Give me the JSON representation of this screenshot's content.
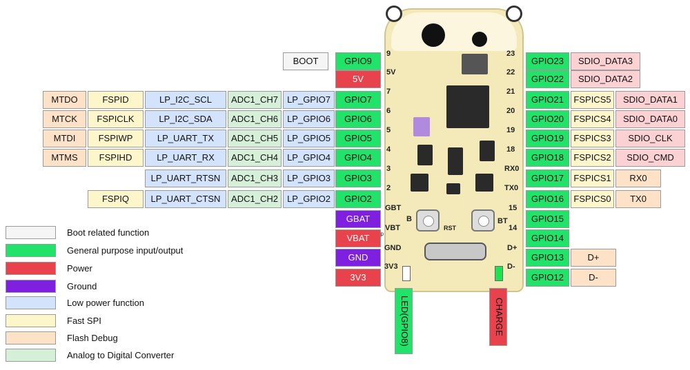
{
  "left_rows": [
    {
      "cells": [
        "BOOT",
        "GPIO9"
      ],
      "classes": [
        "c-boot",
        "c-gpio"
      ]
    },
    {
      "cells": [
        "5V"
      ],
      "classes": [
        "c-pwr"
      ]
    },
    {
      "cells": [
        "MTDO",
        "FSPID",
        "LP_I2C_SCL",
        "ADC1_CH7",
        "LP_GPIO7",
        "GPIO7"
      ],
      "classes": [
        "c-dbg",
        "c-fspi",
        "c-lp",
        "c-adc",
        "c-lp",
        "c-gpio"
      ]
    },
    {
      "cells": [
        "MTCK",
        "FSPICLK",
        "LP_I2C_SDA",
        "ADC1_CH6",
        "LP_GPIO6",
        "GPIO6"
      ],
      "classes": [
        "c-dbg",
        "c-fspi",
        "c-lp",
        "c-adc",
        "c-lp",
        "c-gpio"
      ]
    },
    {
      "cells": [
        "MTDI",
        "FSPIWP",
        "LP_UART_TX",
        "ADC1_CH5",
        "LP_GPIO5",
        "GPIO5"
      ],
      "classes": [
        "c-dbg",
        "c-fspi",
        "c-lp",
        "c-adc",
        "c-lp",
        "c-gpio"
      ]
    },
    {
      "cells": [
        "MTMS",
        "FSPIHD",
        "LP_UART_RX",
        "ADC1_CH4",
        "LP_GPIO4",
        "GPIO4"
      ],
      "classes": [
        "c-dbg",
        "c-fspi",
        "c-lp",
        "c-adc",
        "c-lp",
        "c-gpio"
      ]
    },
    {
      "cells": [
        "LP_UART_RTSN",
        "ADC1_CH3",
        "LP_GPIO3",
        "GPIO3"
      ],
      "classes": [
        "c-lp",
        "c-adc",
        "c-lp",
        "c-gpio"
      ]
    },
    {
      "cells": [
        "FSPIQ",
        "LP_UART_CTSN",
        "ADC1_CH2",
        "LP_GPIO2",
        "GPIO2"
      ],
      "classes": [
        "c-fspi",
        "c-lp",
        "c-adc",
        "c-lp",
        "c-gpio"
      ]
    },
    {
      "cells": [
        "GBAT"
      ],
      "classes": [
        "c-gnd"
      ]
    },
    {
      "cells": [
        "VBAT"
      ],
      "classes": [
        "c-pwr"
      ]
    },
    {
      "cells": [
        "GND"
      ],
      "classes": [
        "c-gnd"
      ]
    },
    {
      "cells": [
        "3V3"
      ],
      "classes": [
        "c-pwr"
      ]
    }
  ],
  "right_rows": [
    {
      "cells": [
        "GPIO23",
        "SDIO_DATA3"
      ],
      "classes": [
        "c-gpio",
        "c-sdio"
      ]
    },
    {
      "cells": [
        "GPIO22",
        "SDIO_DATA2"
      ],
      "classes": [
        "c-gpio",
        "c-sdio"
      ]
    },
    {
      "cells": [
        "GPIO21",
        "FSPICS5",
        "SDIO_DATA1"
      ],
      "classes": [
        "c-gpio",
        "c-fspi",
        "c-sdio"
      ]
    },
    {
      "cells": [
        "GPIO20",
        "FSPICS4",
        "SDIO_DATA0"
      ],
      "classes": [
        "c-gpio",
        "c-fspi",
        "c-sdio"
      ]
    },
    {
      "cells": [
        "GPIO19",
        "FSPICS3",
        "SDIO_CLK"
      ],
      "classes": [
        "c-gpio",
        "c-fspi",
        "c-sdio"
      ]
    },
    {
      "cells": [
        "GPIO18",
        "FSPICS2",
        "SDIO_CMD"
      ],
      "classes": [
        "c-gpio",
        "c-fspi",
        "c-sdio"
      ]
    },
    {
      "cells": [
        "GPIO17",
        "FSPICS1",
        "RX0"
      ],
      "classes": [
        "c-gpio",
        "c-fspi",
        "c-dbg"
      ]
    },
    {
      "cells": [
        "GPIO16",
        "FSPICS0",
        "TX0"
      ],
      "classes": [
        "c-gpio",
        "c-fspi",
        "c-dbg"
      ]
    },
    {
      "cells": [
        "GPIO15"
      ],
      "classes": [
        "c-gpio"
      ]
    },
    {
      "cells": [
        "GPIO14"
      ],
      "classes": [
        "c-gpio"
      ]
    },
    {
      "cells": [
        "GPIO13",
        "D+"
      ],
      "classes": [
        "c-gpio",
        "c-dbg"
      ]
    },
    {
      "cells": [
        "GPIO12",
        "D-"
      ],
      "classes": [
        "c-gpio",
        "c-dbg"
      ]
    }
  ],
  "board_left_pins": [
    "9",
    "5V",
    "7",
    "6",
    "5",
    "4",
    "3",
    "2",
    "GBT",
    "VBT",
    "GND",
    "3V3"
  ],
  "board_right_pins": [
    "23",
    "22",
    "21",
    "20",
    "19",
    "18",
    "RX0",
    "TX0",
    "15",
    "14",
    "D+",
    "D-"
  ],
  "board_text": {
    "tap": "Tap",
    "boot_btn": "B",
    "reset_btn": "RST",
    "bt": "BT"
  },
  "bottom_labels": {
    "led": "LED(GPIO8)",
    "charge": "CHARGE"
  },
  "legend": [
    {
      "label": "Boot related function",
      "color": "#f5f5f5"
    },
    {
      "label": "General purpose input/output",
      "color": "#22e36a"
    },
    {
      "label": "Power",
      "color": "#e8424c"
    },
    {
      "label": "Ground",
      "color": "#7f1fe0"
    },
    {
      "label": "Low power function",
      "color": "#d3e3fb"
    },
    {
      "label": "Fast SPI",
      "color": "#fdf6cb"
    },
    {
      "label": "Flash Debug",
      "color": "#fde2c8"
    },
    {
      "label": "Analog to Digital Converter",
      "color": "#d6efd8"
    }
  ]
}
